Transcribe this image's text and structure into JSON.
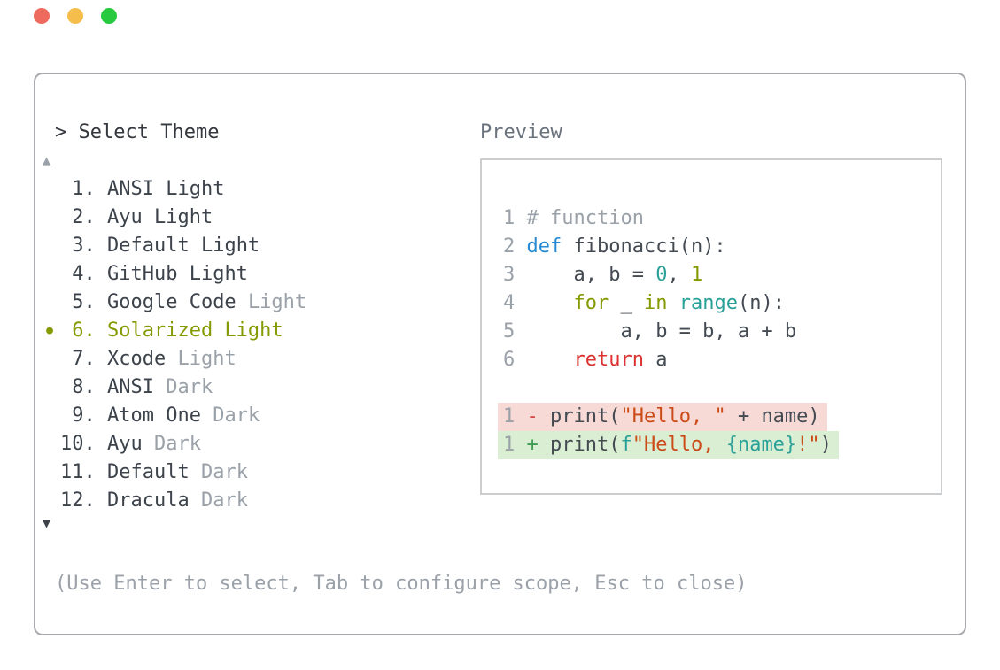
{
  "window": {
    "controls": [
      {
        "name": "close",
        "color": "#ee6a5e"
      },
      {
        "name": "minimize",
        "color": "#f5bd4c"
      },
      {
        "name": "zoom",
        "color": "#27c93f"
      }
    ]
  },
  "theme_picker": {
    "prompt_char": "> ",
    "title": "Select Theme",
    "scroll_up_icon": "▲",
    "scroll_down_icon": "▼",
    "selected_indicator": "●",
    "selected_color": "#859900",
    "items": [
      {
        "number": 1,
        "name": "ANSI",
        "variant": "Light",
        "variant_dim": false,
        "selected": false
      },
      {
        "number": 2,
        "name": "Ayu",
        "variant": "Light",
        "variant_dim": false,
        "selected": false
      },
      {
        "number": 3,
        "name": "Default",
        "variant": "Light",
        "variant_dim": false,
        "selected": false
      },
      {
        "number": 4,
        "name": "GitHub",
        "variant": "Light",
        "variant_dim": false,
        "selected": false
      },
      {
        "number": 5,
        "name": "Google Code",
        "variant": "Light",
        "variant_dim": true,
        "selected": false
      },
      {
        "number": 6,
        "name": "Solarized",
        "variant": "Light",
        "variant_dim": false,
        "selected": true
      },
      {
        "number": 7,
        "name": "Xcode",
        "variant": "Light",
        "variant_dim": true,
        "selected": false
      },
      {
        "number": 8,
        "name": "ANSI",
        "variant": "Dark",
        "variant_dim": true,
        "selected": false
      },
      {
        "number": 9,
        "name": "Atom One",
        "variant": "Dark",
        "variant_dim": true,
        "selected": false
      },
      {
        "number": 10,
        "name": "Ayu",
        "variant": "Dark",
        "variant_dim": true,
        "selected": false
      },
      {
        "number": 11,
        "name": "Default",
        "variant": "Dark",
        "variant_dim": true,
        "selected": false
      },
      {
        "number": 12,
        "name": "Dracula",
        "variant": "Dark",
        "variant_dim": true,
        "selected": false
      }
    ],
    "footer_hint": "(Use Enter to select, Tab to configure scope, Esc to close)"
  },
  "preview": {
    "label": "Preview",
    "token_colors": {
      "plain": "#434a52",
      "comment": "#9aa1a8",
      "lineno": "#9aa1a8",
      "blue": "#268bd2",
      "cyan": "#2aa198",
      "green": "#859900",
      "red": "#dc322f",
      "orange": "#cb4b16",
      "minus": "#d64545",
      "plus": "#3f9b4f"
    },
    "diff_colors": {
      "removed": "#f7d9d6",
      "added": "#daeed3"
    },
    "lines": [
      {
        "num": "1",
        "segments": [
          {
            "t": "# function",
            "c": "comment"
          }
        ]
      },
      {
        "num": "2",
        "segments": [
          {
            "t": "def",
            "c": "blue"
          },
          {
            "t": " fibonacci(n):",
            "c": "plain"
          }
        ]
      },
      {
        "num": "3",
        "segments": [
          {
            "t": "    a, b = ",
            "c": "plain"
          },
          {
            "t": "0",
            "c": "cyan"
          },
          {
            "t": ", ",
            "c": "plain"
          },
          {
            "t": "1",
            "c": "green"
          }
        ]
      },
      {
        "num": "4",
        "segments": [
          {
            "t": "    ",
            "c": "plain"
          },
          {
            "t": "for",
            "c": "green"
          },
          {
            "t": " _ ",
            "c": "plain"
          },
          {
            "t": "in",
            "c": "green"
          },
          {
            "t": " ",
            "c": "plain"
          },
          {
            "t": "range",
            "c": "cyan"
          },
          {
            "t": "(n):",
            "c": "plain"
          }
        ]
      },
      {
        "num": "5",
        "segments": [
          {
            "t": "        a, b = b, a + b",
            "c": "plain"
          }
        ]
      },
      {
        "num": "6",
        "segments": [
          {
            "t": "    ",
            "c": "plain"
          },
          {
            "t": "return",
            "c": "red"
          },
          {
            "t": " a",
            "c": "plain"
          }
        ]
      },
      {
        "blank": true
      },
      {
        "num": "1",
        "diff": "removed",
        "segments": [
          {
            "t": "- ",
            "c": "minus"
          },
          {
            "t": "print(",
            "c": "plain"
          },
          {
            "t": "\"Hello, \"",
            "c": "orange"
          },
          {
            "t": " + name)",
            "c": "plain"
          }
        ]
      },
      {
        "num": "1",
        "diff": "added",
        "segments": [
          {
            "t": "+ ",
            "c": "plus"
          },
          {
            "t": "print(",
            "c": "plain"
          },
          {
            "t": "f",
            "c": "cyan"
          },
          {
            "t": "\"Hello, ",
            "c": "orange"
          },
          {
            "t": "{name}",
            "c": "cyan"
          },
          {
            "t": "!\"",
            "c": "orange"
          },
          {
            "t": ")",
            "c": "plain"
          }
        ]
      }
    ]
  }
}
